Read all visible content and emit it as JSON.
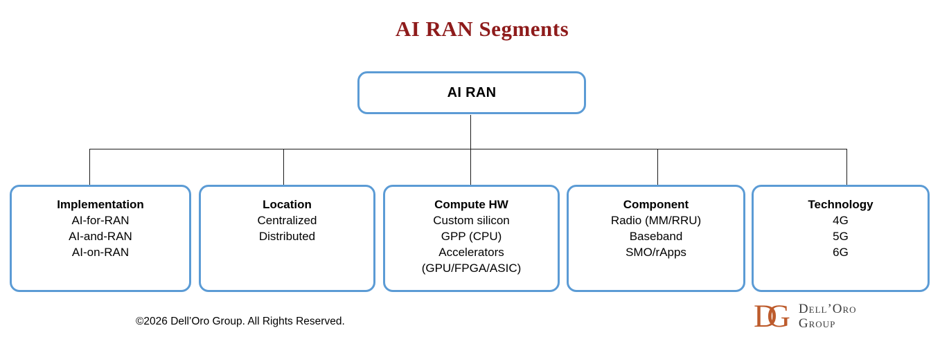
{
  "title": "AI RAN Segments",
  "root": {
    "label": "AI RAN"
  },
  "branches": [
    {
      "heading": "Implementation",
      "items": [
        "AI-for-RAN",
        "AI-and-RAN",
        "AI-on-RAN"
      ]
    },
    {
      "heading": "Location",
      "items": [
        "Centralized",
        "Distributed"
      ]
    },
    {
      "heading": "Compute HW",
      "items": [
        "Custom silicon",
        "GPP (CPU)",
        "Accelerators",
        "(GPU/FPGA/ASIC)"
      ]
    },
    {
      "heading": "Component",
      "items": [
        "Radio (MM/RRU)",
        "Baseband",
        "SMO/rApps"
      ]
    },
    {
      "heading": "Technology",
      "items": [
        "4G",
        "5G",
        "6G"
      ]
    }
  ],
  "footer": {
    "copyright": "©2026 Dell’Oro Group. All Rights Reserved."
  },
  "logo": {
    "monogram_d": "D",
    "monogram_g": "G",
    "name_line1": "Dell’Oro",
    "name_line2": "Group"
  },
  "colors": {
    "title_text": "#8e1b1b",
    "box_border": "#5b9bd5",
    "box_fill": "#ffffff",
    "connector": "#1a1a1a",
    "logo_monogram": "#bd5b2c",
    "logo_text": "#3a3a3a"
  }
}
